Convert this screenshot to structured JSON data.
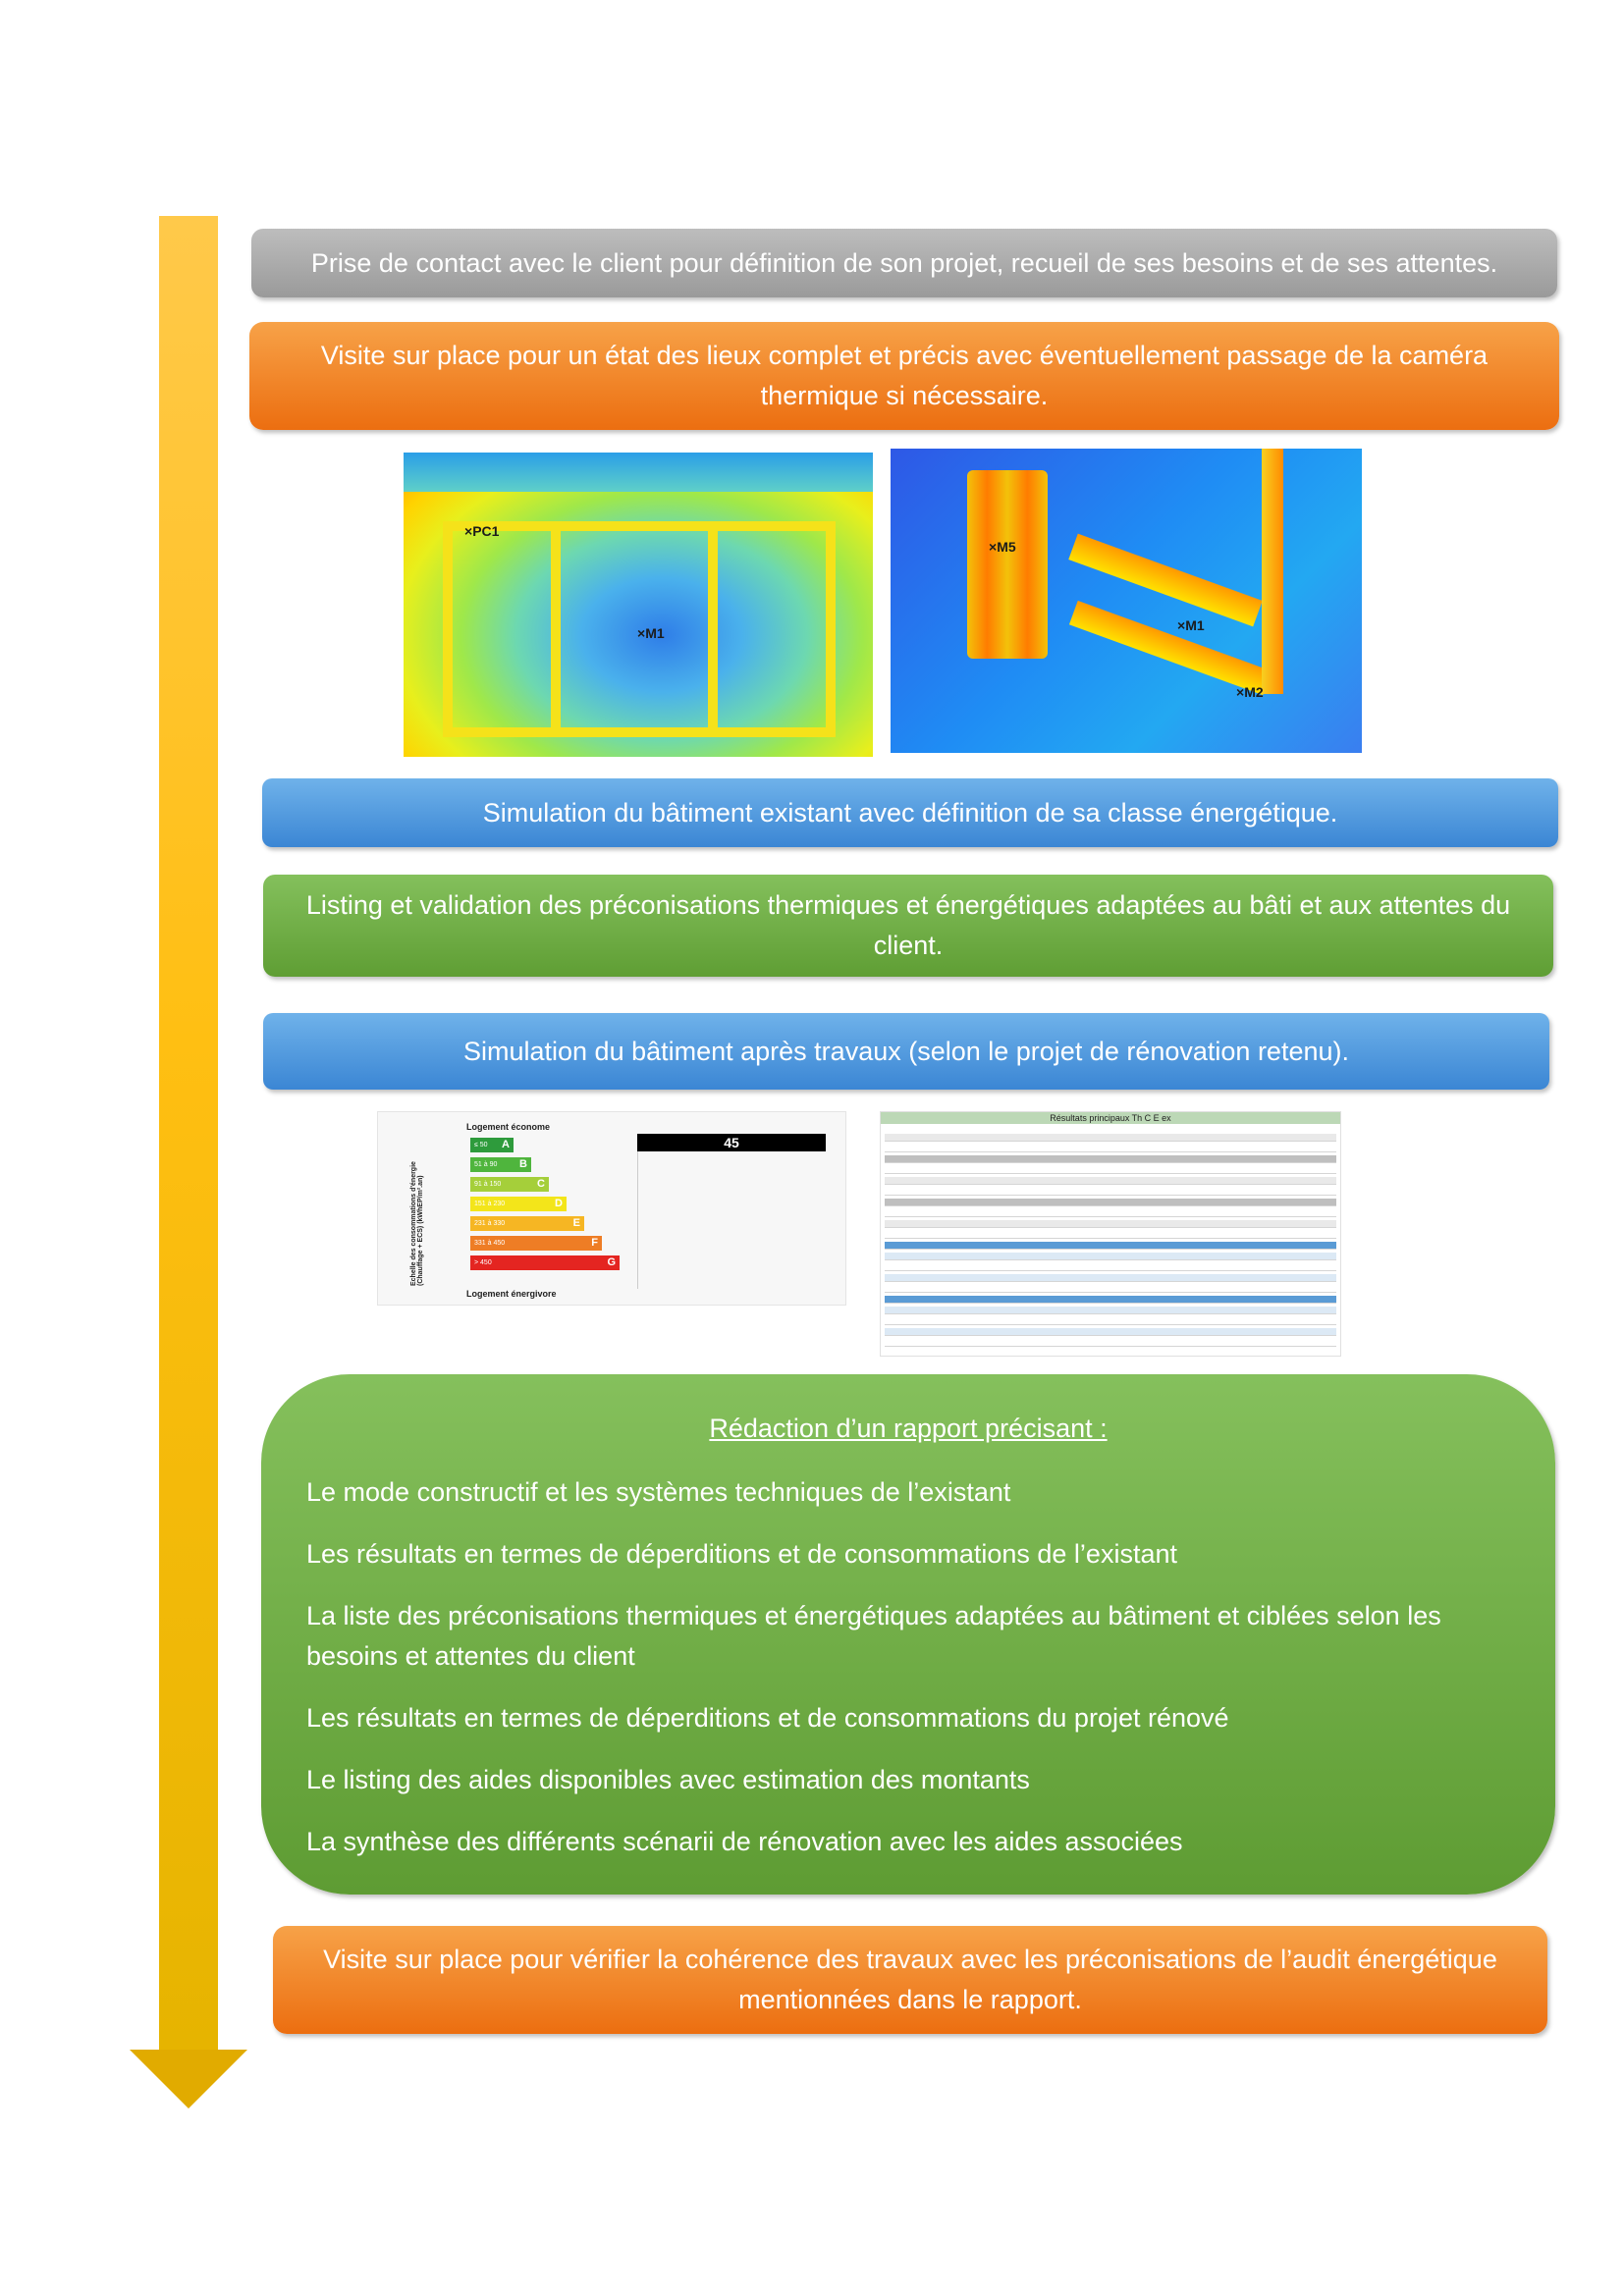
{
  "steps": {
    "contact": "Prise de contact avec le client pour définition de son projet, recueil de ses besoins et de ses attentes.",
    "visit": "Visite sur place pour un état des lieux complet et précis avec éventuellement passage de la caméra thermique si nécessaire.",
    "simulation_existing": "Simulation du bâtiment existant avec définition de sa classe énergétique.",
    "listing": "Listing et validation des préconisations thermiques et énergétiques adaptées au bâti et aux attentes du client.",
    "simulation_after": "Simulation du bâtiment après travaux (selon le projet de rénovation retenu).",
    "final_visit": "Visite sur place pour vérifier la cohérence des travaux avec les préconisations de l’audit énergétique mentionnées dans le rapport."
  },
  "report": {
    "title": "Rédaction d’un rapport précisant :",
    "items": [
      "Le mode constructif et les systèmes techniques de l’existant",
      "Les résultats en termes de déperditions et de consommations de l’existant",
      "La liste des préconisations thermiques et énergétiques adaptées au bâtiment et ciblées selon les besoins et attentes du client",
      "Les résultats en termes de déperditions et de consommations du projet rénové",
      "Le listing des aides disponibles avec estimation des montants",
      "La synthèse des différents scénarii de rénovation avec les aides associées"
    ]
  },
  "thermal_images": {
    "left_markers": [
      {
        "main": "×",
        "label": "PC1"
      },
      {
        "main": "×",
        "label": "M1"
      }
    ],
    "right_markers": [
      {
        "main": "×",
        "label": "M5"
      },
      {
        "main": "×",
        "label": "M1"
      },
      {
        "main": "×",
        "label": "M2"
      }
    ]
  },
  "energy_label": {
    "top_text": "Logement économe",
    "bottom_text": "Logement énergivore",
    "scale_caption": "Echelle des consommations d'énergie (Chauffage + ECS) (kWhEP/m².an)",
    "value": "45",
    "bars": [
      {
        "range": "≤ 50",
        "letter": "A",
        "color": "#2e9b3c"
      },
      {
        "range": "51 à 90",
        "letter": "B",
        "color": "#4fb53d"
      },
      {
        "range": "91 à 150",
        "letter": "C",
        "color": "#a5cf3a"
      },
      {
        "range": "151 à 230",
        "letter": "D",
        "color": "#f3e51a"
      },
      {
        "range": "231 à 330",
        "letter": "E",
        "color": "#f6b623"
      },
      {
        "range": "331 à 450",
        "letter": "F",
        "color": "#ee7d25"
      },
      {
        "range": "> 450",
        "letter": "G",
        "color": "#e42521"
      }
    ]
  },
  "results_table": {
    "title": "Résultats principaux Th C E ex"
  }
}
